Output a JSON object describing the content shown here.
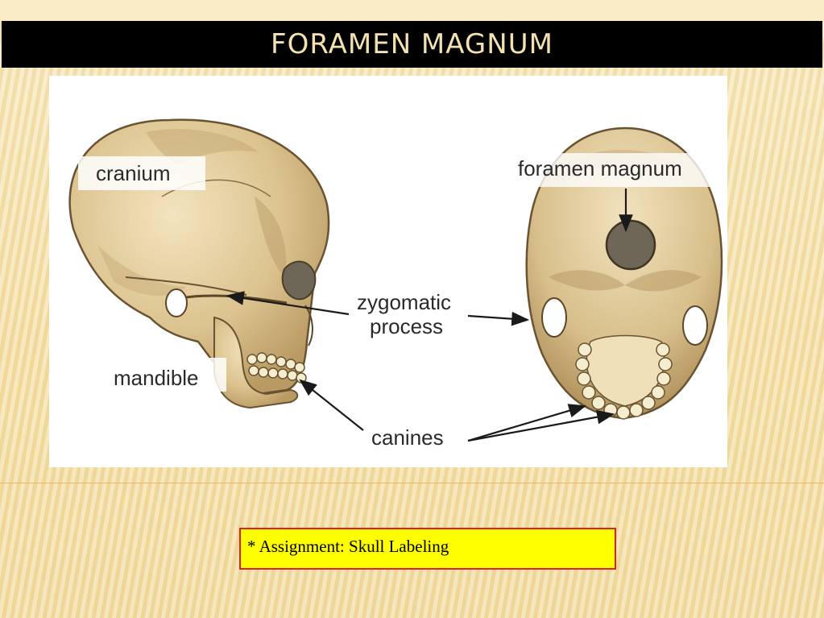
{
  "slide": {
    "title": "Foramen Magnum"
  },
  "figure": {
    "labels": {
      "cranium": "cranium",
      "foramen_magnum": "foramen magnum",
      "zygomatic_process_line1": "zygomatic",
      "zygomatic_process_line2": "process",
      "mandible": "mandible",
      "canines": "canines"
    }
  },
  "assignment": {
    "text": "* Assignment: Skull Labeling"
  },
  "colors": {
    "title_bar": "#000000",
    "title_text": "#f3e2b0",
    "assignment_fill": "#ffff00",
    "assignment_border": "#e02020"
  }
}
